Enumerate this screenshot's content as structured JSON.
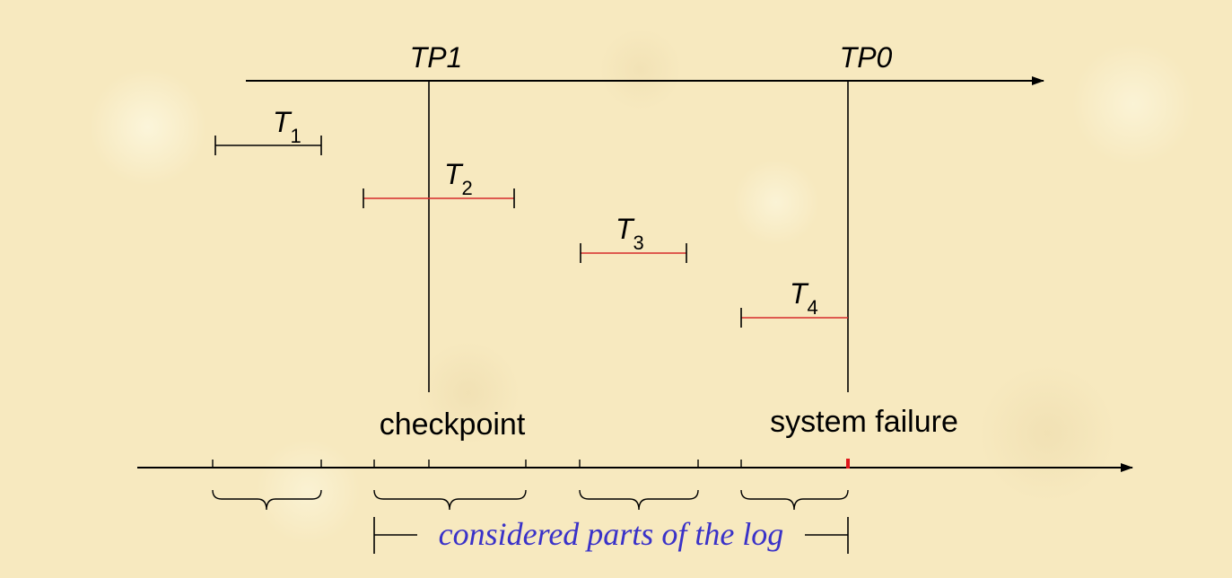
{
  "labels": {
    "tp1": "TP1",
    "tp0": "TP0",
    "checkpoint": "checkpoint",
    "system_failure": "system failure",
    "considered": "considered parts of the log"
  },
  "transactions": [
    {
      "letter": "T",
      "sub": "1"
    },
    {
      "letter": "T",
      "sub": "2"
    },
    {
      "letter": "T",
      "sub": "3"
    },
    {
      "letter": "T",
      "sub": "4"
    }
  ],
  "colors": {
    "background": "#f7e9bf",
    "line": "#000000",
    "transaction_red": "#d62a2a",
    "failure_mark": "#e0161b",
    "log_label": "#3a32c8"
  }
}
